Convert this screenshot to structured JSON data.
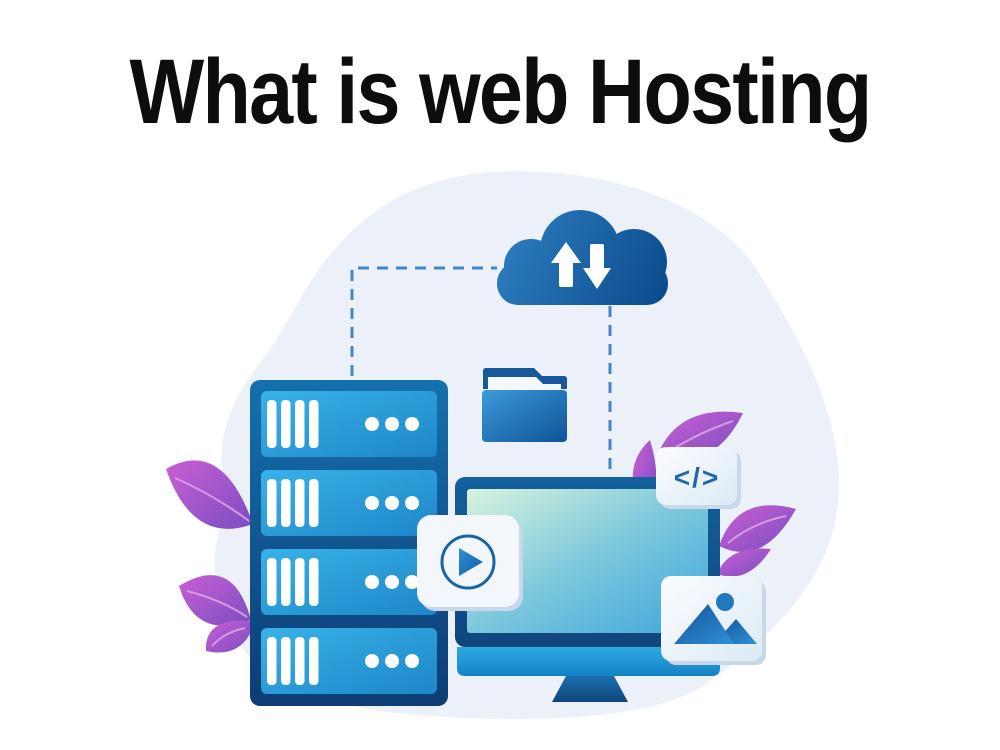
{
  "title": "What is web Hosting",
  "illustration": {
    "alt_name": "web-hosting-illustration",
    "code_card_label": "</>",
    "icons": {
      "cloud": "cloud-upload-download-icon",
      "upload": "upload-arrow-icon",
      "download": "download-arrow-icon",
      "folder": "folder-icon",
      "play": "play-icon",
      "code": "code-icon",
      "image": "image-icon"
    },
    "server_rack": {
      "units": 4,
      "bars_per_unit": 4,
      "dots_per_unit": 3
    },
    "connectors": {
      "style": "dashed",
      "count": 2
    }
  },
  "palette": {
    "background": "#ffffff",
    "title_text": "#0d0d0d",
    "blob": "#ecf1f9",
    "dashed_line": "#4386c8",
    "cloud_start": "#2e7fc0",
    "cloud_end": "#0a4a8c",
    "server_frame_start": "#1570ae",
    "server_frame_end": "#0e3c74",
    "server_panel_start": "#38b2e8",
    "server_panel_end": "#1e86c8",
    "screen_start": "#d8f3de",
    "screen_end": "#3fa6dc",
    "monitor_chin_start": "#2fa9e2",
    "monitor_chin_end": "#1482c6",
    "accent_blue": "#1565a8",
    "card_bg": "#eef5fa",
    "leaf_start": "#c95fd3",
    "leaf_end": "#7a4ec2"
  }
}
